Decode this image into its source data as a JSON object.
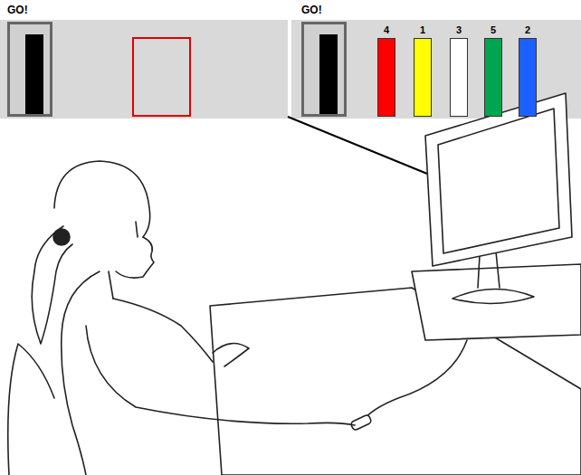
{
  "diagram": {
    "nodes": [
      {
        "text": [
          "GO!"
        ]
      },
      {
        "text": [
          "GO!"
        ]
      },
      {
        "text": [
          "4"
        ]
      },
      {
        "text": [
          "1"
        ]
      },
      {
        "text": [
          "3"
        ]
      },
      {
        "text": [
          "5"
        ]
      },
      {
        "text": [
          "2"
        ]
      }
    ]
  }
}
